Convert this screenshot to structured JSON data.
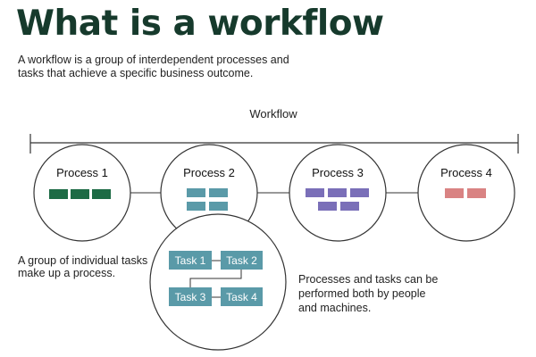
{
  "header": {
    "title": "What is a workflow",
    "subtitle": "A workflow is a group of interdependent processes and tasks that achieve a specific business outcome."
  },
  "diagram": {
    "workflow_label": "Workflow",
    "processes": [
      {
        "label": "Process 1",
        "color": "#1d6b45"
      },
      {
        "label": "Process 2",
        "color": "#5a9aa8"
      },
      {
        "label": "Process 3",
        "color": "#7a6fb8"
      },
      {
        "label": "Process 4",
        "color": "#d98383"
      }
    ],
    "tasks": [
      {
        "label": "Task 1"
      },
      {
        "label": "Task 2"
      },
      {
        "label": "Task 3"
      },
      {
        "label": "Task 4"
      }
    ],
    "task_color": "#5a9aa8",
    "note_left": "A group of individual tasks make up a process.",
    "note_right": "Processes and tasks can be performed both by people and machines."
  }
}
